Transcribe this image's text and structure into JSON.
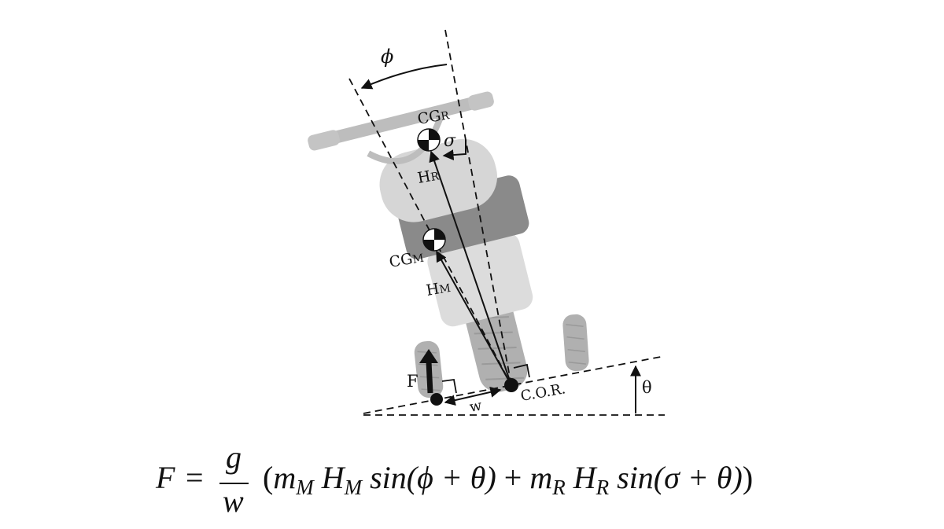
{
  "labels": {
    "phi": "ϕ",
    "cg_rider": "CG",
    "cg_rider_sub": "R",
    "sigma": "σ",
    "h_rider": "H",
    "h_rider_sub": "R",
    "cg_moto": "CG",
    "cg_moto_sub": "M",
    "h_moto": "H",
    "h_moto_sub": "M",
    "force": "F",
    "width": "w",
    "center_of_rotation": "C.O.R.",
    "theta": "θ"
  },
  "formula": {
    "lhs": "F",
    "equals": "=",
    "numerator": "g",
    "denominator": "w",
    "open_paren": "(",
    "m_m": "m",
    "m_m_sub": "M",
    "h_m": "H",
    "h_m_sub": "M",
    "term1": "sin(ϕ + θ)",
    "plus": "+",
    "m_r": "m",
    "m_r_sub": "R",
    "h_r": "H",
    "h_r_sub": "R",
    "term2": "sin(σ + θ)",
    "close_paren": ")"
  },
  "colors": {
    "ink": "#111111",
    "light_gray": "#d6d6d6",
    "mid_gray": "#bcbcbc",
    "dark_gray": "#8a8a8a",
    "tire_gray": "#b0b0b0"
  }
}
